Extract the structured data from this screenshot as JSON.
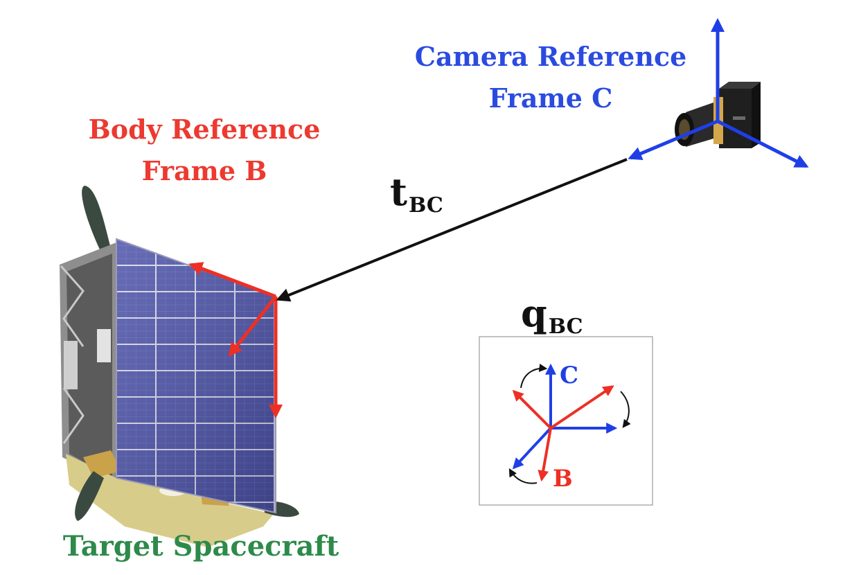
{
  "labels": {
    "camera_line1": "Camera Reference",
    "camera_line2": "Frame C",
    "body_line1": "Body Reference",
    "body_line2": "Frame B",
    "target": "Target Spacecraft"
  },
  "math": {
    "translation_main": "t",
    "translation_sub": "BC",
    "rotation_main": "q",
    "rotation_sub": "BC"
  },
  "inset": {
    "label_camera": "C",
    "label_body": "B"
  },
  "colors": {
    "camera_frame": "#1f3fe6",
    "body_frame": "#ee2f24",
    "target_label": "#2d8a4a",
    "vector": "#111111",
    "solar_panel": "#4a4fa0",
    "antenna": "#3a4a40"
  },
  "icons": {
    "camera": "camera-icon",
    "spacecraft": "spacecraft-icon"
  }
}
